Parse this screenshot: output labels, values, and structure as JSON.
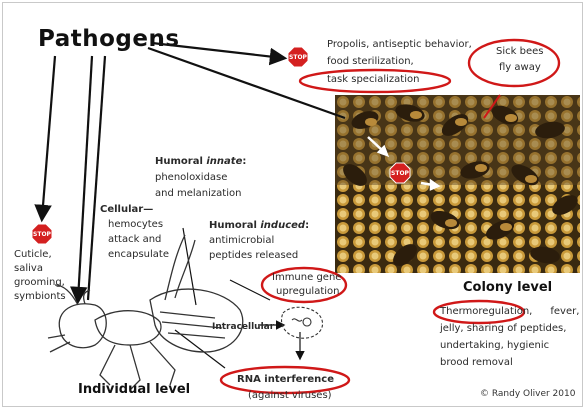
{
  "title": "Pathogens",
  "stop_label": "STOP",
  "colony_measures": [
    "Propolis, antiseptic behavior,",
    "food sterilization,",
    "task specialization"
  ],
  "sick_bees": [
    "Sick bees",
    "fly away"
  ],
  "individual_barriers": [
    "Cuticle,",
    "saliva",
    "grooming,",
    "symbionts"
  ],
  "cellular": {
    "heading": "Cellular",
    "lines": [
      "hemocytes",
      "attack and",
      "encapsulate"
    ]
  },
  "humoral_innate": {
    "heading_a": "Humoral ",
    "heading_b": "innate",
    "heading_c": ":",
    "lines": [
      "phenoloxidase",
      "and melanization"
    ]
  },
  "humoral_induced": {
    "heading_a": "Humoral ",
    "heading_b": "induced",
    "heading_c": ":",
    "lines": [
      "antimicrobial",
      "peptides released"
    ]
  },
  "immune_gene": [
    "Immune gene",
    "upregulation"
  ],
  "intracellular": "Intracellular",
  "rna": {
    "label": "RNA interference",
    "sub": "(against viruses)"
  },
  "individual_level": "Individual level",
  "colony_level": "Colony level",
  "colony_list": [
    "Thermoregulation,",
    "fever,",
    "jelly, sharing of peptides,",
    "undertaking, hygienic",
    "brood removal"
  ],
  "credit": "© Randy Oliver 2010",
  "colors": {
    "stop_red": "#d42020",
    "ellipse_red": "#d01818",
    "arrow": "#111111",
    "text": "#2a2a2a"
  }
}
